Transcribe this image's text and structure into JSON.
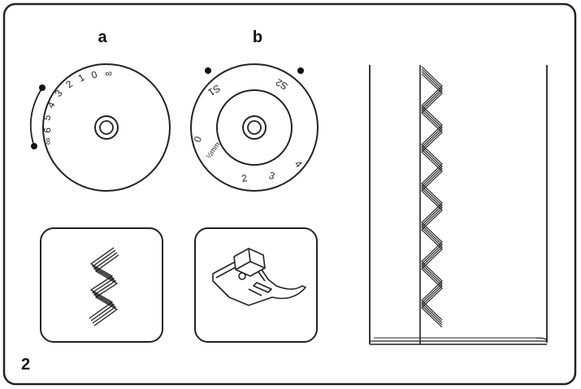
{
  "figure": {
    "number": "2",
    "panel_a_label": "a",
    "panel_b_label": "b"
  },
  "dial_a": {
    "scale": [
      "∞",
      "0",
      "1",
      "2",
      "3",
      "4",
      "5",
      "6",
      "∞"
    ],
    "selected": "6"
  },
  "dial_b": {
    "left_mark": "S1",
    "right_mark": "S2",
    "scale": [
      "0",
      "½mm",
      "2",
      "3",
      "4"
    ]
  },
  "icons": {
    "stitch": "zigzag-stitch-icon",
    "foot": "presser-foot-icon"
  },
  "colors": {
    "line": "#222222",
    "background": "#ffffff"
  }
}
